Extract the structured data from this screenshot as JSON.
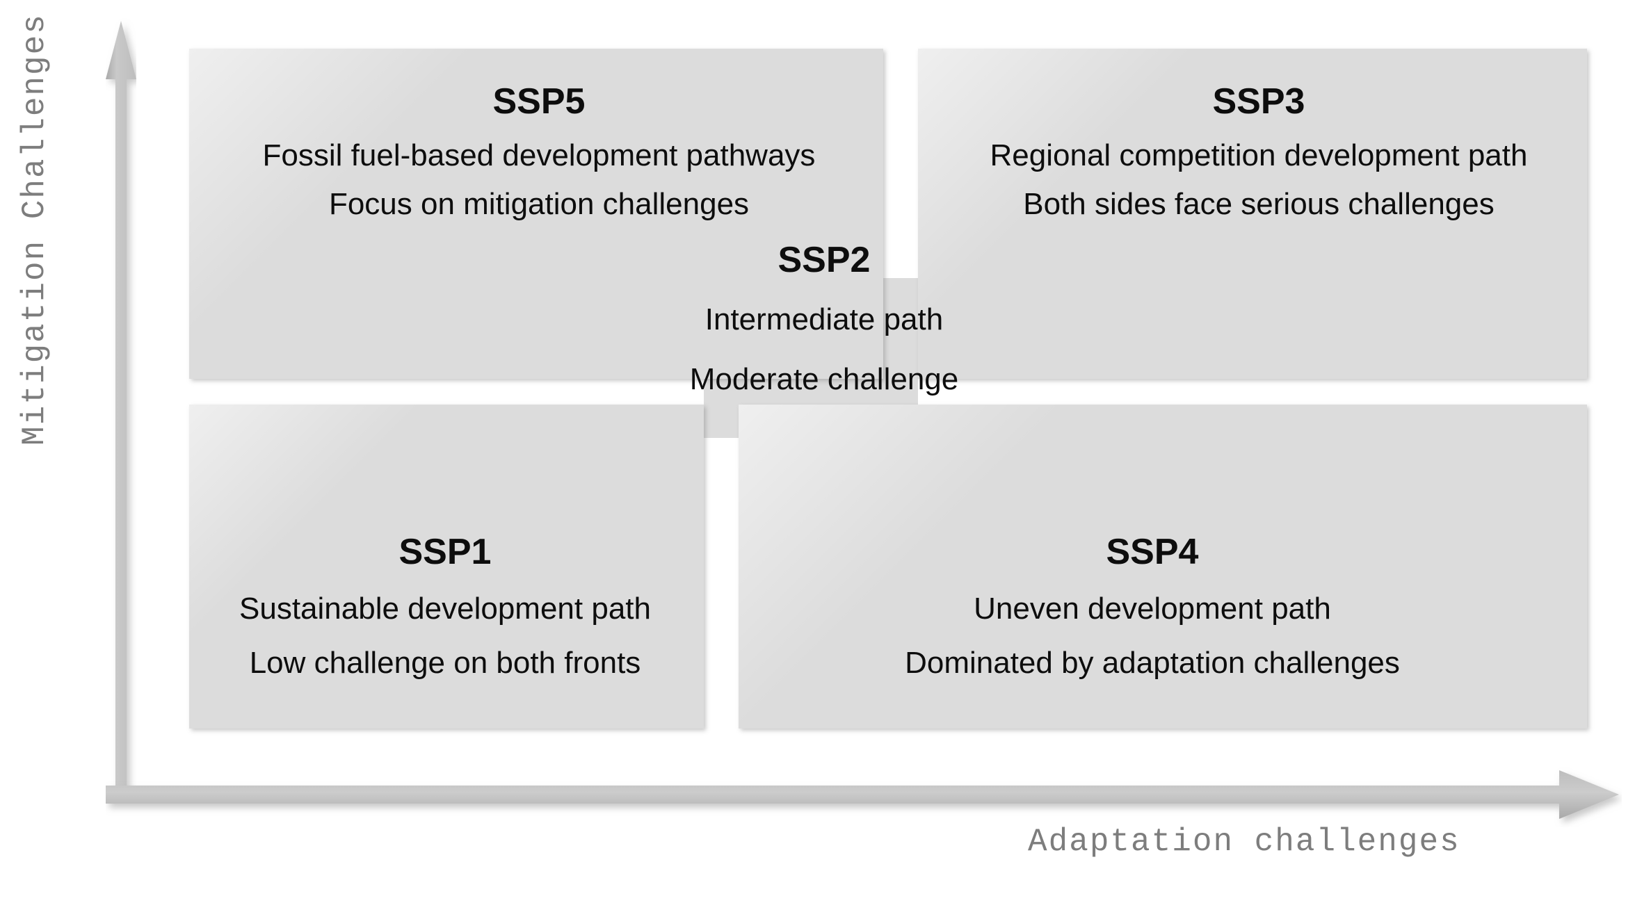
{
  "figure": {
    "type": "ssp-scenario-matrix",
    "axes": {
      "y_label": "Mitigation Challenges",
      "x_label": "Adaptation challenges",
      "y_icon": "up-arrow-icon",
      "x_icon": "right-arrow-icon"
    },
    "colors": {
      "panel_fill": "#dcdcdc",
      "axis_gray": "#b8b8b8",
      "axis_label_gray": "#7d7d7d",
      "text_black": "#0d0d0d",
      "background": "#ffffff"
    }
  },
  "quadrants": {
    "top_left": {
      "title": "SSP5",
      "lines": [
        "Fossil fuel-based development pathways",
        "Focus on mitigation challenges"
      ]
    },
    "top_right": {
      "title": "SSP3",
      "lines": [
        "Regional competition development path",
        "Both sides face serious challenges"
      ]
    },
    "center": {
      "title": "SSP2",
      "lines": [
        "Intermediate path",
        "Moderate challenge"
      ]
    },
    "bottom_left": {
      "title": "SSP1",
      "lines": [
        "Sustainable development path",
        "Low challenge on both fronts"
      ]
    },
    "bottom_right": {
      "title": "SSP4",
      "lines": [
        "Uneven development path",
        "Dominated by adaptation challenges"
      ]
    }
  },
  "chart_data": {
    "type": "table",
    "title": "",
    "xlabel": "Adaptation challenges",
    "ylabel": "Mitigation Challenges",
    "categories": [
      "SSP1",
      "SSP2",
      "SSP3",
      "SSP4",
      "SSP5"
    ],
    "positions": {
      "SSP5": {
        "adaptation": "low",
        "mitigation": "high"
      },
      "SSP3": {
        "adaptation": "high",
        "mitigation": "high"
      },
      "SSP2": {
        "adaptation": "medium",
        "mitigation": "medium"
      },
      "SSP1": {
        "adaptation": "low",
        "mitigation": "low"
      },
      "SSP4": {
        "adaptation": "high",
        "mitigation": "low"
      }
    },
    "grid": false,
    "legend": "none"
  }
}
